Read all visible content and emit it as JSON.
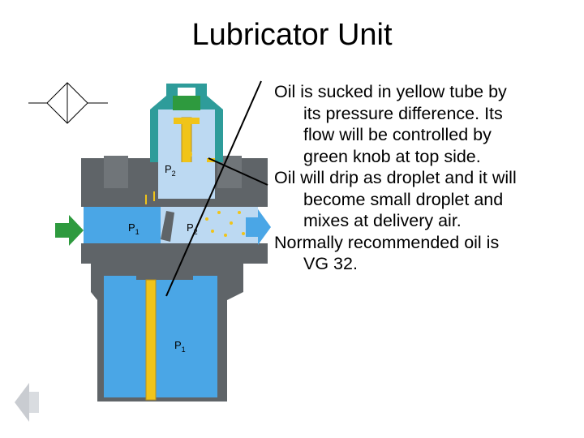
{
  "title": "Lubricator Unit",
  "labels": {
    "p2_top": "P",
    "p2_top_sub": "2",
    "p1_left": "P",
    "p1_left_sub": "1",
    "p2_mid": "P",
    "p2_mid_sub": "2",
    "p1_bottom": "P",
    "p1_bottom_sub": "1"
  },
  "description": {
    "para1_first": "Oil is sucked in yellow tube by",
    "para1_lines": [
      "its pressure difference. Its",
      "flow will be controlled by",
      "green knob at top side."
    ],
    "para2_first": "Oil will drip as droplet and it will",
    "para2_lines": [
      "become small droplet and",
      "mixes at delivery air."
    ],
    "para3_first": "Normally recommended oil is",
    "para3_lines": [
      "VG 32."
    ]
  },
  "colors": {
    "body_gray": "#5f6468",
    "teal_cap": "#2e9c9a",
    "light_blue": "#bcd9f2",
    "mid_blue": "#4aa6e6",
    "inlet_green": "#2e9a3e",
    "yellow": "#f0c419"
  },
  "icons": {
    "symbol": "lubricator-symbol-icon",
    "inlet": "inlet-arrow-icon",
    "outlet": "outlet-arrow-icon",
    "back": "back-arrow-icon"
  }
}
